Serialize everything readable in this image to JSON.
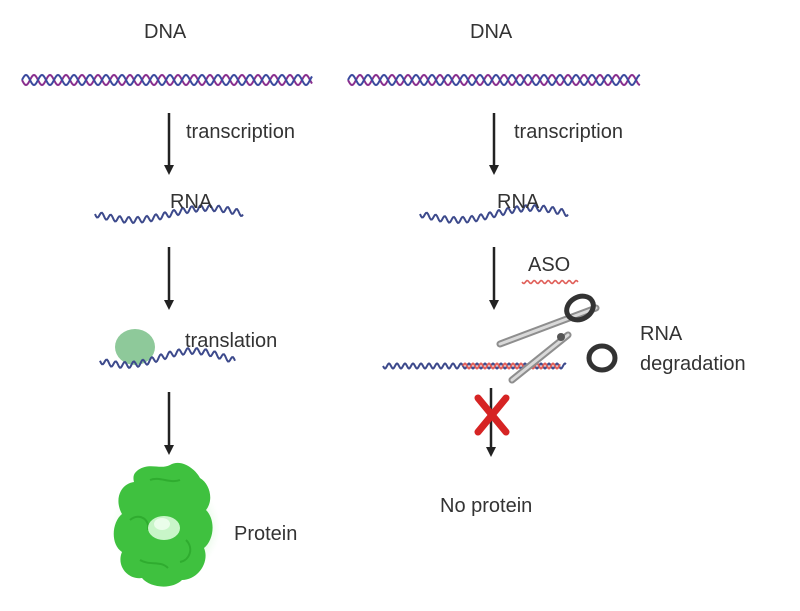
{
  "left_panel": {
    "dna_label": "DNA",
    "transcription_label": "transcription",
    "rna_label": "RNA",
    "translation_label": "translation",
    "protein_label": "Protein"
  },
  "right_panel": {
    "dna_label": "DNA",
    "transcription_label": "transcription",
    "rna_label": "RNA",
    "aso_label": "ASO",
    "degradation_label_line1": "RNA",
    "degradation_label_line2": "degradation",
    "result_label": "No protein"
  },
  "colors": {
    "dna_strand_a": "#8a2f8f",
    "dna_strand_b": "#3b4a9e",
    "rna_strand": "#3d4a8c",
    "aso_strand": "#e0605a",
    "ribosome": "#8ec99a",
    "protein": "#3fc13f",
    "block_cross": "#d62424",
    "arrow": "#222222"
  },
  "icons": [
    "dna-double-helix-icon",
    "rna-strand-icon",
    "ribosome-icon",
    "protein-icon",
    "scissors-icon",
    "block-cross-icon"
  ]
}
